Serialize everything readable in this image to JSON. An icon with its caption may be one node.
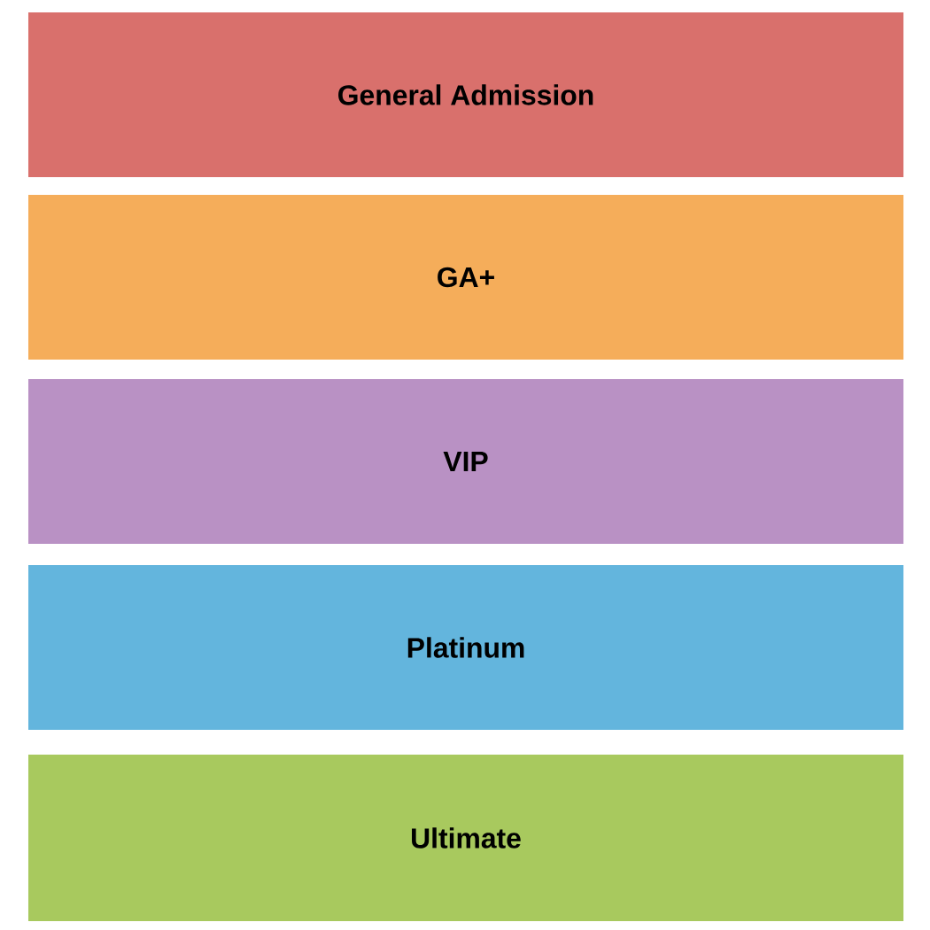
{
  "diagram": {
    "nodes": [
      {
        "text": [
          "General Admission"
        ]
      },
      {
        "text": [
          "GA+"
        ]
      },
      {
        "text": [
          "VIP"
        ]
      },
      {
        "text": [
          "Platinum"
        ]
      },
      {
        "text": [
          "Ultimate"
        ]
      }
    ]
  }
}
